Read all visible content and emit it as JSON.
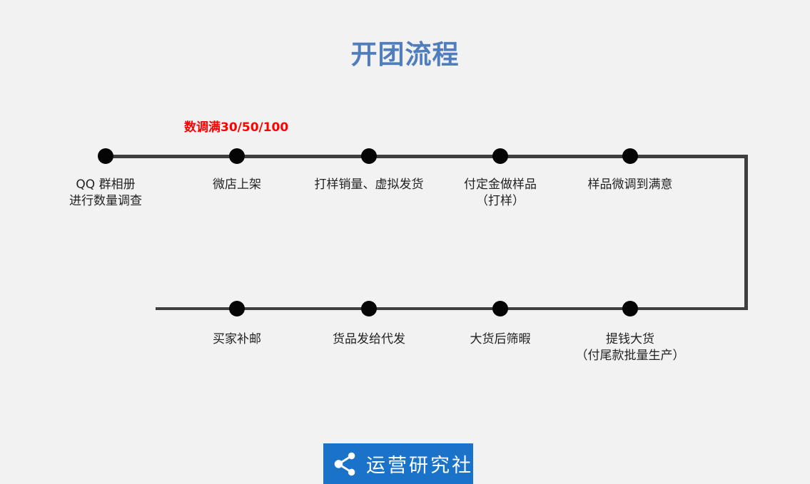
{
  "title": "开团流程",
  "note": "数调满30/50/100",
  "logo_text": "运营研究社",
  "colors": {
    "title": "#4f7dbd",
    "note": "#ff0000",
    "logo_bg": "#1a73c9",
    "line": "#3f3f3f",
    "dot": "#050505"
  },
  "top_steps": [
    {
      "label": "QQ 群相册\n进行数量调查"
    },
    {
      "label": "微店上架"
    },
    {
      "label": "打样销量、虚拟发货"
    },
    {
      "label": "付定金做样品\n（打样）"
    },
    {
      "label": "样品微调到满意"
    }
  ],
  "bottom_steps": [
    {
      "label": "买家补邮"
    },
    {
      "label": "货品发给代发"
    },
    {
      "label": "大货后筛暇"
    },
    {
      "label": "提钱大货\n（付尾款批量生产）"
    }
  ],
  "icons": {
    "logo": "share-icon"
  }
}
